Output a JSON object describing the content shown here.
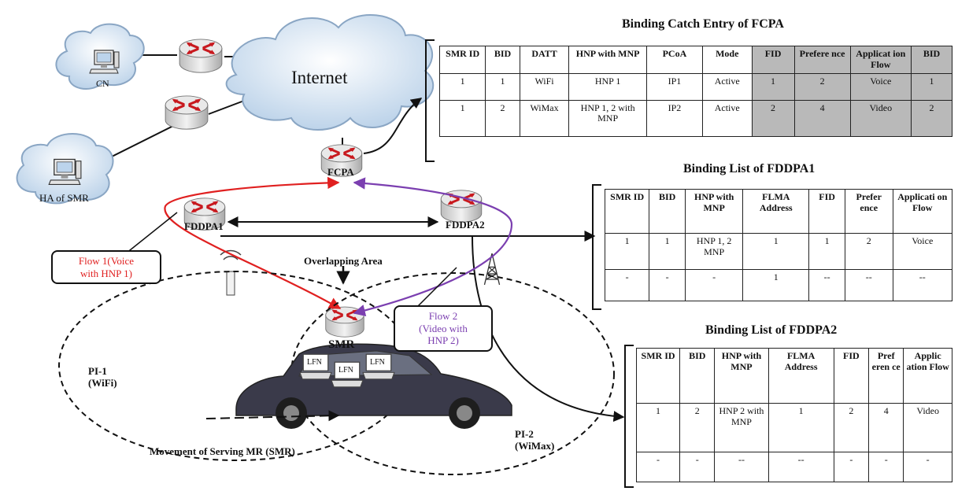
{
  "colors": {
    "flow1": "#e02020",
    "flow2": "#7b3fb0",
    "cloud": "#cfe0f0",
    "router": "#d8d8d8",
    "router_arrow": "#c8191e"
  },
  "labels": {
    "cn": "CN",
    "internet": "Internet",
    "ha": "HA of SMR",
    "fcpa": "FCPA",
    "fddpa1": "FDDPA1",
    "fddpa2": "FDDPA2",
    "overlap": "Overlapping Area",
    "smr": "SMR",
    "lfn": "LFN",
    "pi1": [
      "PI-1",
      "(WiFi)"
    ],
    "pi2": [
      "PI-2",
      "(WiMax)"
    ],
    "movement": "Movement of Serving MR (SMR)",
    "flow1": [
      "Flow 1(Voice",
      "with HNP 1)"
    ],
    "flow2": [
      "Flow 2",
      "(Video with",
      "HNP 2)"
    ]
  },
  "fcpa_table": {
    "title": "Binding Catch Entry of FCPA",
    "headers": [
      "SMR ID",
      "BID",
      "DATT",
      "HNP with MNP",
      "PCoA",
      "Mode",
      "FID",
      "Prefere nce",
      "Applicat ion Flow",
      "BID"
    ],
    "rows": [
      [
        "1",
        "1",
        "WiFi",
        "HNP 1",
        "IP1",
        "Active",
        "1",
        "2",
        "Voice",
        "1"
      ],
      [
        "1",
        "2",
        "WiMax",
        "HNP 1, 2 with MNP",
        "IP2",
        "Active",
        "2",
        "4",
        "Video",
        "2"
      ]
    ]
  },
  "fddpa1_table": {
    "title": "Binding List of FDDPA1",
    "headers": [
      "SMR ID",
      "BID",
      "HNP with MNP",
      "FLMA Address",
      "FID",
      "Prefer ence",
      "Applicati on Flow"
    ],
    "rows": [
      [
        "1",
        "1",
        "HNP 1, 2 MNP",
        "1",
        "1",
        "2",
        "Voice"
      ],
      [
        "-",
        "-",
        "-",
        "1",
        "--",
        "--",
        "--"
      ]
    ]
  },
  "fddpa2_table": {
    "title": "Binding List of FDDPA2",
    "headers": [
      "SMR ID",
      "BID",
      "HNP with MNP",
      "FLMA Address",
      "FID",
      "Pref eren ce",
      "Applic ation Flow"
    ],
    "rows": [
      [
        "1",
        "2",
        "HNP 2 with MNP",
        "1",
        "2",
        "4",
        "Video"
      ],
      [
        "-",
        "-",
        "--",
        "--",
        "-",
        "-",
        "-"
      ]
    ]
  }
}
